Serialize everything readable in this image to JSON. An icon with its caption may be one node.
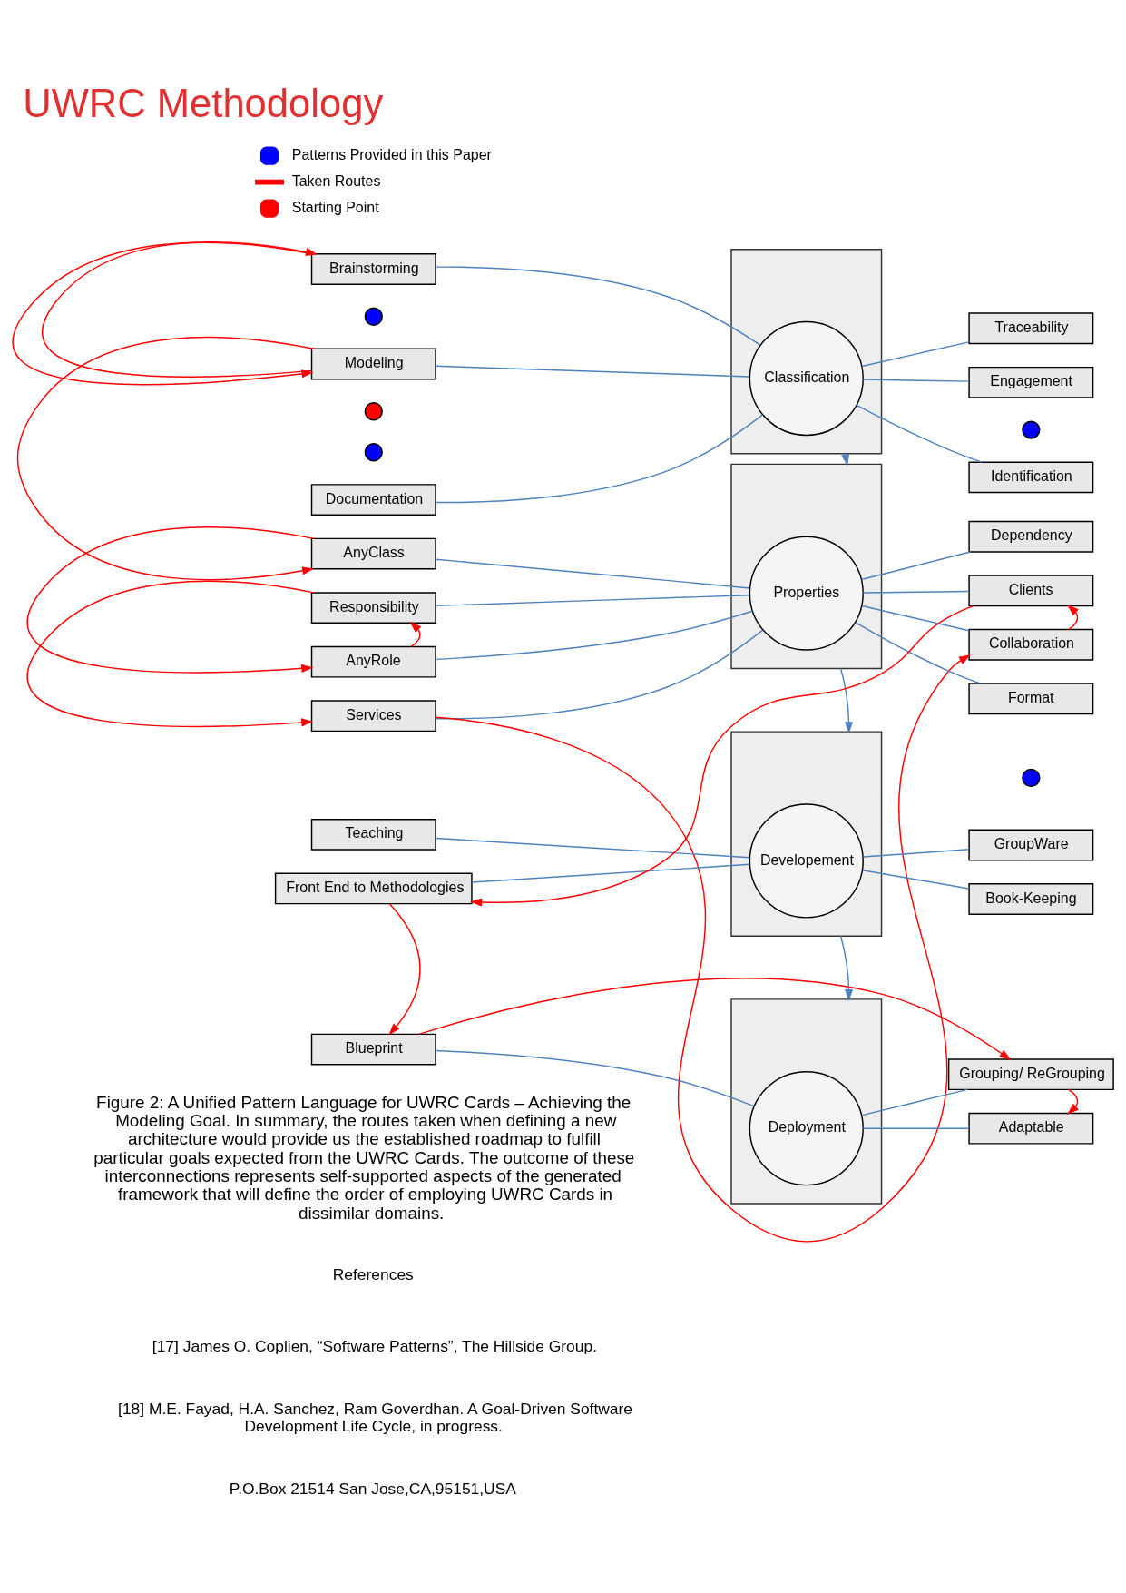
{
  "diagram": {
    "title": "UWRC Methodology",
    "caption": "Figure 2: A Unified Pattern Language for UWRC Cards – Achieving the Modeling Goal. In summary, the routes taken when defining a new architecture would provide us the established roadmap to fulfill particular goals expected from the UWRC Cards. The outcome of these interconnections represents self-supported aspects of the generated framework that will define the order of employing UWRC Cards in dissimilar domains.",
    "nodes": [
      {
        "text": [
          "Brainstorming"
        ]
      },
      {
        "text": [
          "Modeling"
        ]
      },
      {
        "text": [
          "Documentation"
        ]
      },
      {
        "text": [
          "AnyClass"
        ]
      },
      {
        "text": [
          "Responsibility"
        ]
      },
      {
        "text": [
          "AnyRole"
        ]
      },
      {
        "text": [
          "Services"
        ]
      },
      {
        "text": [
          "Teaching"
        ]
      },
      {
        "text": [
          "Front End to Methodologies"
        ]
      },
      {
        "text": [
          "Blueprint"
        ]
      },
      {
        "text": [],
        "shape": "box"
      },
      {
        "text": [
          "Classification"
        ],
        "in": 10
      },
      {
        "text": [],
        "shape": "box"
      },
      {
        "text": [
          "Properties"
        ],
        "in": 12
      },
      {
        "text": [],
        "shape": "box"
      },
      {
        "text": [
          "Developement"
        ],
        "in": 14
      },
      {
        "text": [],
        "shape": "box"
      },
      {
        "text": [
          "Deployment"
        ],
        "in": 16
      },
      {
        "text": [
          "Traceability"
        ]
      },
      {
        "text": [
          "Engagement"
        ]
      },
      {
        "text": [
          "Identification"
        ]
      },
      {
        "text": [
          "Dependency"
        ]
      },
      {
        "text": [
          "Clients"
        ]
      },
      {
        "text": [
          "Collaboration"
        ]
      },
      {
        "text": [
          "Format"
        ]
      },
      {
        "text": [
          "GroupWare"
        ]
      },
      {
        "text": [
          "Book-Keeping"
        ]
      },
      {
        "text": [
          "Grouping/ ReGrouping"
        ]
      },
      {
        "text": [
          "Adaptable"
        ]
      },
      {
        "text": [],
        "shape": "circle"
      },
      {
        "text": [],
        "shape": "circle"
      },
      {
        "text": [],
        "shape": "circle"
      },
      {
        "text": [],
        "shape": "circle"
      },
      {
        "text": [],
        "shape": "circle"
      }
    ],
    "edges": [
      {
        "from": 0,
        "to": 11,
        "arrow": "none"
      },
      {
        "from": 1,
        "to": 11,
        "arrow": "none"
      },
      {
        "from": 2,
        "to": 11,
        "arrow": "none"
      },
      {
        "from": 11,
        "to": 18,
        "arrow": "none"
      },
      {
        "from": 11,
        "to": 19,
        "arrow": "none"
      },
      {
        "from": 11,
        "to": 20,
        "arrow": "none"
      },
      {
        "from": 10,
        "to": 12,
        "arrow": "to"
      },
      {
        "from": 3,
        "to": 13,
        "arrow": "none"
      },
      {
        "from": 4,
        "to": 13,
        "arrow": "none"
      },
      {
        "from": 5,
        "to": 13,
        "arrow": "none"
      },
      {
        "from": 6,
        "to": 13,
        "arrow": "none"
      },
      {
        "from": 13,
        "to": 21,
        "arrow": "none"
      },
      {
        "from": 13,
        "to": 22,
        "arrow": "none"
      },
      {
        "from": 13,
        "to": 23,
        "arrow": "none"
      },
      {
        "from": 13,
        "to": 24,
        "arrow": "none"
      },
      {
        "from": 12,
        "to": 14,
        "arrow": "to"
      },
      {
        "from": 7,
        "to": 15,
        "arrow": "none"
      },
      {
        "from": 8,
        "to": 15,
        "arrow": "none"
      },
      {
        "from": 15,
        "to": 25,
        "arrow": "none"
      },
      {
        "from": 15,
        "to": 26,
        "arrow": "none"
      },
      {
        "from": 14,
        "to": 16,
        "arrow": "to"
      },
      {
        "from": 9,
        "to": 17,
        "arrow": "none"
      },
      {
        "from": 17,
        "to": 27,
        "arrow": "none"
      },
      {
        "from": 17,
        "to": 28,
        "arrow": "none"
      },
      {
        "from": 1,
        "to": 0,
        "arrow": "to",
        "color": "#ff0000"
      },
      {
        "from": 0,
        "to": 1,
        "arrow": "to",
        "color": "#ff0000"
      },
      {
        "from": 1,
        "to": 3,
        "arrow": "to",
        "color": "#ff0000"
      },
      {
        "from": 3,
        "to": 5,
        "arrow": "to",
        "color": "#ff0000"
      },
      {
        "from": 5,
        "to": 4,
        "arrow": "to",
        "color": "#ff0000"
      },
      {
        "from": 4,
        "to": 6,
        "arrow": "to",
        "color": "#ff0000"
      },
      {
        "from": 6,
        "to": 23,
        "arrow": "to",
        "color": "#ff0000"
      },
      {
        "from": 23,
        "to": 22,
        "arrow": "to",
        "color": "#ff0000"
      },
      {
        "from": 22,
        "to": 8,
        "arrow": "to",
        "color": "#ff0000"
      },
      {
        "from": 8,
        "to": 9,
        "arrow": "to",
        "color": "#ff0000"
      },
      {
        "from": 9,
        "to": 27,
        "arrow": "to",
        "color": "#ff0000"
      },
      {
        "from": 27,
        "to": 28,
        "arrow": "to",
        "color": "#ff0000"
      }
    ],
    "labels": [
      "References",
      "[17] James O. Coplien, “Software Patterns”, The Hillside Group.",
      "[18] M.E. Fayad, H.A. Sanchez, Ram Goverdhan. A Goal-Driven Software Development Life Cycle, in progress.",
      "P.O.Box 21514 San Jose,CA,95151,USA"
    ],
    "legend": [
      {
        "text": "Patterns Provided in this Paper",
        "color": "#0000ff"
      },
      {
        "text": "Taken Routes"
      },
      {
        "text": "Starting Point",
        "color": "#ff0000"
      }
    ]
  }
}
